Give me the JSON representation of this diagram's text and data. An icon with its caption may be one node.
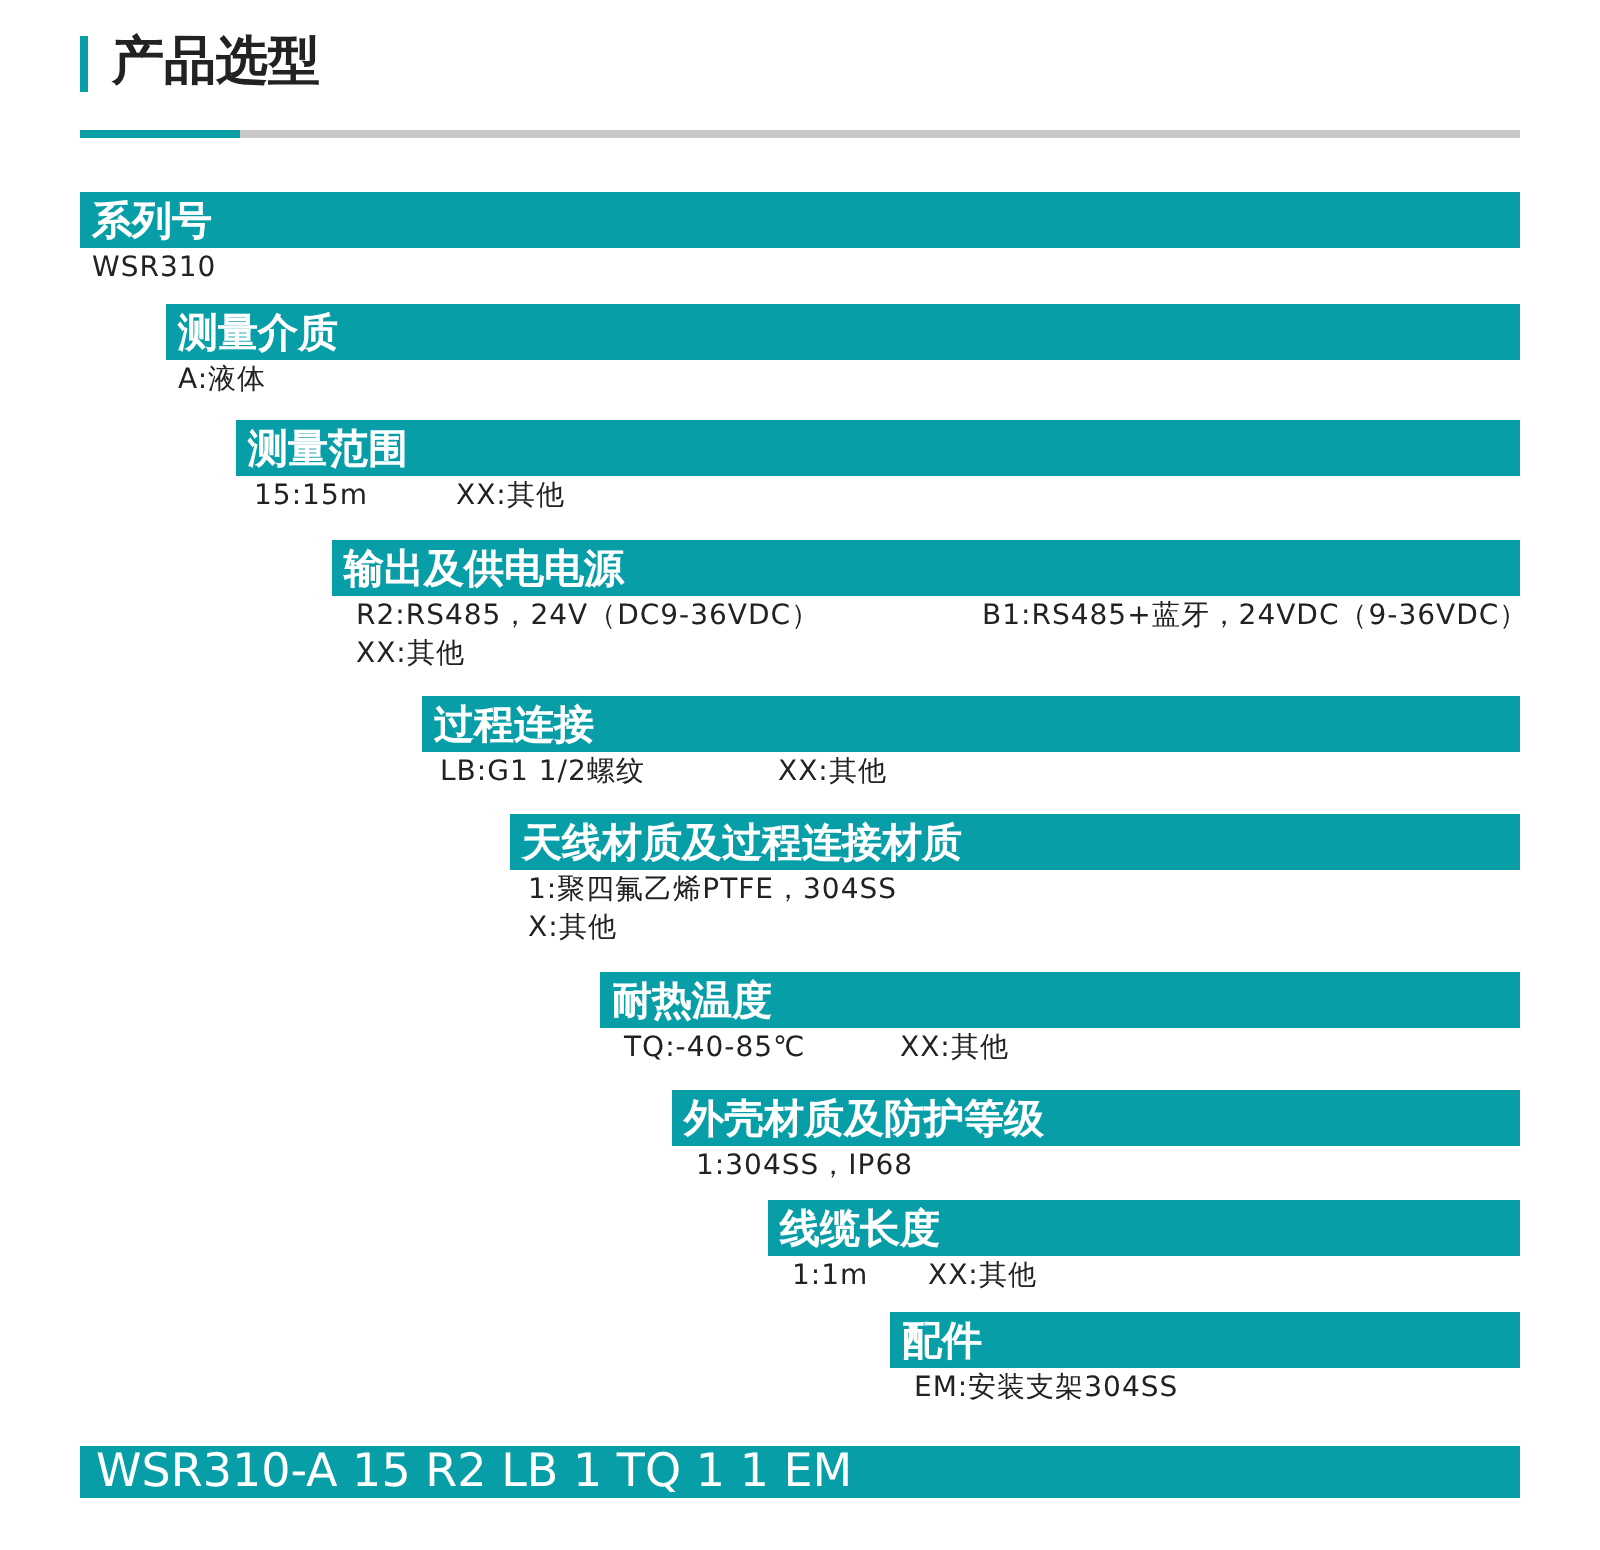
{
  "diagram": {
    "title": "产品选型",
    "nodes": [
      {
        "text": [
          "系列号"
        ],
        "beside": [
          "WSR310"
        ]
      },
      {
        "text": [
          "测量介质"
        ],
        "beside": [
          "A:液体"
        ]
      },
      {
        "text": [
          "测量范围"
        ],
        "beside": [
          "15:15m",
          "XX:其他"
        ]
      },
      {
        "text": [
          "输出及供电电源"
        ],
        "beside": [
          "R2:RS485，24V（DC9-36VDC）",
          "B1:RS485+蓝牙，24VDC（9-36VDC）",
          "XX:其他"
        ]
      },
      {
        "text": [
          "过程连接"
        ],
        "beside": [
          "LB:G1 1/2螺纹",
          "XX:其他"
        ]
      },
      {
        "text": [
          "天线材质及过程连接材质"
        ],
        "beside": [
          "1:聚四氟乙烯PTFE，304SS",
          "X:其他"
        ]
      },
      {
        "text": [
          "耐热温度"
        ],
        "beside": [
          "TQ:-40-85℃",
          "XX:其他"
        ]
      },
      {
        "text": [
          "外壳材质及防护等级"
        ],
        "beside": [
          "1:304SS，IP68"
        ]
      },
      {
        "text": [
          "线缆长度"
        ],
        "beside": [
          "1:1m",
          "XX:其他"
        ]
      },
      {
        "text": [
          "配件"
        ],
        "beside": [
          "EM:安装支架304SS"
        ]
      },
      {
        "text": [
          "WSR310-A 15 R2 LB 1 TQ 1 1 EM"
        ]
      }
    ]
  }
}
